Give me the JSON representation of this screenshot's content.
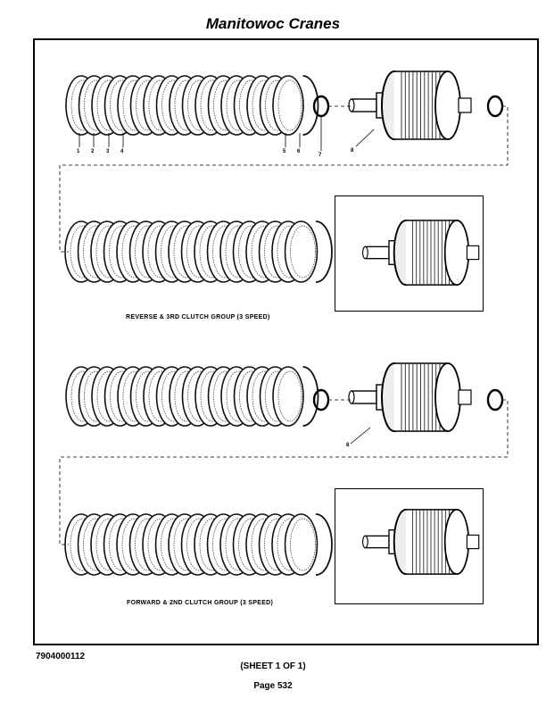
{
  "header": {
    "title": "Manitowoc Cranes"
  },
  "diagram": {
    "callouts": [
      "1",
      "2",
      "3",
      "4",
      "5",
      "6",
      "7",
      "8"
    ],
    "lower_callout": "8",
    "captions": {
      "group1": "REVERSE & 3RD CLUTCH GROUP (3 SPEED)",
      "group2": "FORWARD & 2ND CLUTCH GROUP (3 SPEED)"
    }
  },
  "footer": {
    "doc_number": "7904000112",
    "sheet": "(SHEET 1 OF 1)",
    "page": "Page 532"
  }
}
